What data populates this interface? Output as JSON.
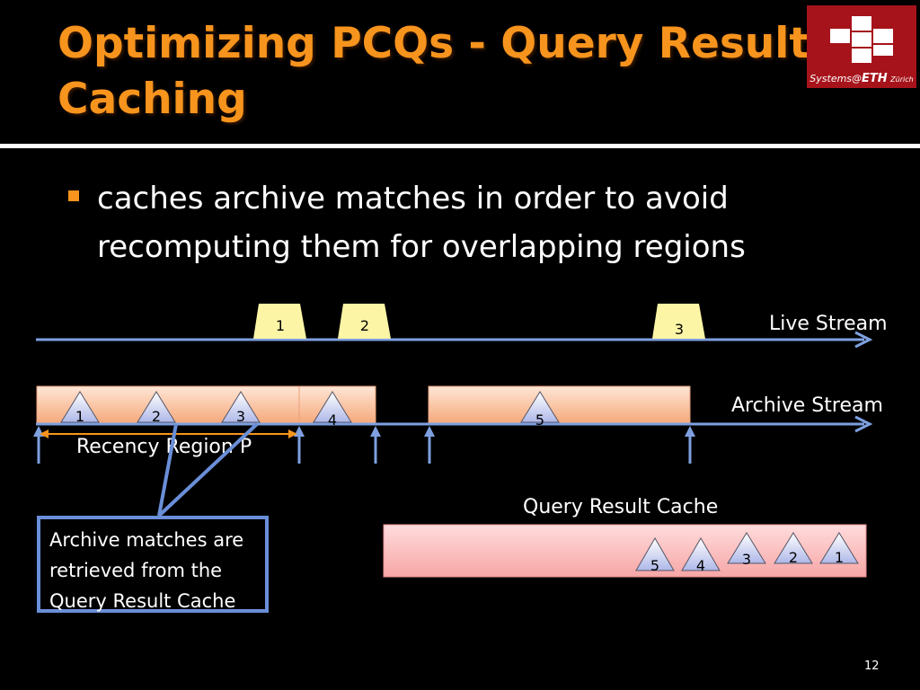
{
  "slide": {
    "title": "Optimizing PCQs - Query Result Caching",
    "bullet": "caches archive matches in order to avoid recomputing  them for overlapping regions",
    "page_number": "12"
  },
  "logo": {
    "prefix": "Systems@",
    "name": "ETH",
    "suffix": "Zürich"
  },
  "diagram": {
    "live_stream_label": "Live Stream",
    "archive_stream_label": "Archive Stream",
    "recency_label": "Recency Region P",
    "cache_label": "Query Result Cache",
    "callout": "Archive matches are retrieved from the Query Result Cache",
    "live_events": [
      "1",
      "2",
      "3"
    ],
    "archive_matches": [
      "1",
      "2",
      "3",
      "4",
      "5"
    ],
    "cache_items": [
      "5",
      "4",
      "3",
      "2",
      "1"
    ]
  },
  "colors": {
    "accent": "#f7941d",
    "live_event_fill": "#fdf5a6",
    "arrow": "#7ea0e0",
    "callout_border": "#6a8fd8",
    "logo_red": "#a6131a"
  }
}
